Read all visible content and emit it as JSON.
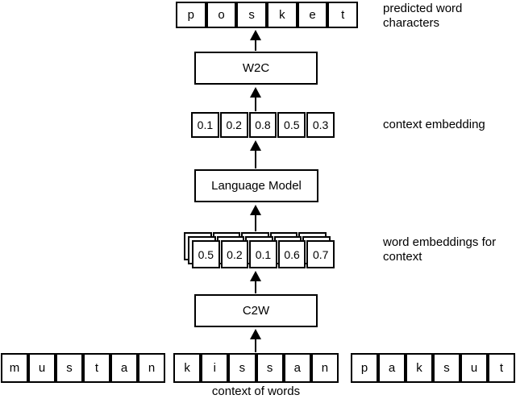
{
  "diagram": {
    "predicted_chars": [
      "p",
      "o",
      "s",
      "k",
      "e",
      "t"
    ],
    "context_embedding": [
      "0.1",
      "0.2",
      "0.8",
      "0.5",
      "0.3"
    ],
    "word_embeddings": [
      "0.5",
      "0.2",
      "0.1",
      "0.6",
      "0.7"
    ],
    "context_words": {
      "word1": [
        "m",
        "u",
        "s",
        "t",
        "a",
        "n"
      ],
      "word2": [
        "k",
        "i",
        "s",
        "s",
        "a",
        "n"
      ],
      "word3": [
        "p",
        "a",
        "k",
        "s",
        "u",
        "t"
      ]
    },
    "modules": {
      "w2c": "W2C",
      "language_model": "Language Model",
      "c2w": "C2W"
    },
    "labels": {
      "predicted_word_characters": "predicted word\ncharacters",
      "context_embedding": "context embedding",
      "word_embeddings_for_context": "word embeddings for\ncontext",
      "context_of_words": "context of words"
    },
    "colors": {
      "line": "#000000",
      "background": "#ffffff"
    }
  }
}
